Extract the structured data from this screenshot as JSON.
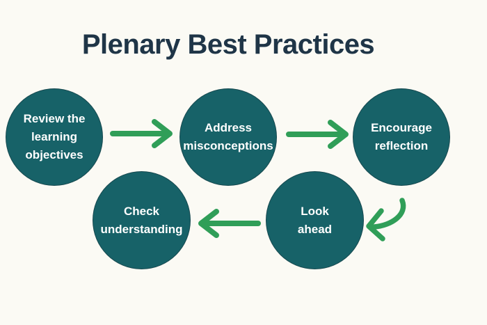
{
  "title": "Plenary Best Practices",
  "colors": {
    "background": "#fbfaf4",
    "circle_fill": "#176268",
    "circle_text": "#ffffff",
    "arrow_green": "#309e58",
    "title_text": "#1f3547"
  },
  "diagram": {
    "type": "cycle-flow",
    "steps": [
      {
        "label": "Review the\nlearning\nobjectives"
      },
      {
        "label": "Address\nmisconceptions"
      },
      {
        "label": "Encourage\nreflection"
      },
      {
        "label": "Look\nahead"
      },
      {
        "label": "Check\nunderstanding"
      }
    ],
    "arrows": [
      {
        "icon": "arrow-right-icon",
        "from": "Review the learning objectives",
        "to": "Address misconceptions"
      },
      {
        "icon": "arrow-right-icon",
        "from": "Address misconceptions",
        "to": "Encourage reflection"
      },
      {
        "icon": "arrow-curve-down-left-icon",
        "from": "Encourage reflection",
        "to": "Look ahead"
      },
      {
        "icon": "arrow-left-icon",
        "from": "Look ahead",
        "to": "Check understanding"
      }
    ]
  }
}
